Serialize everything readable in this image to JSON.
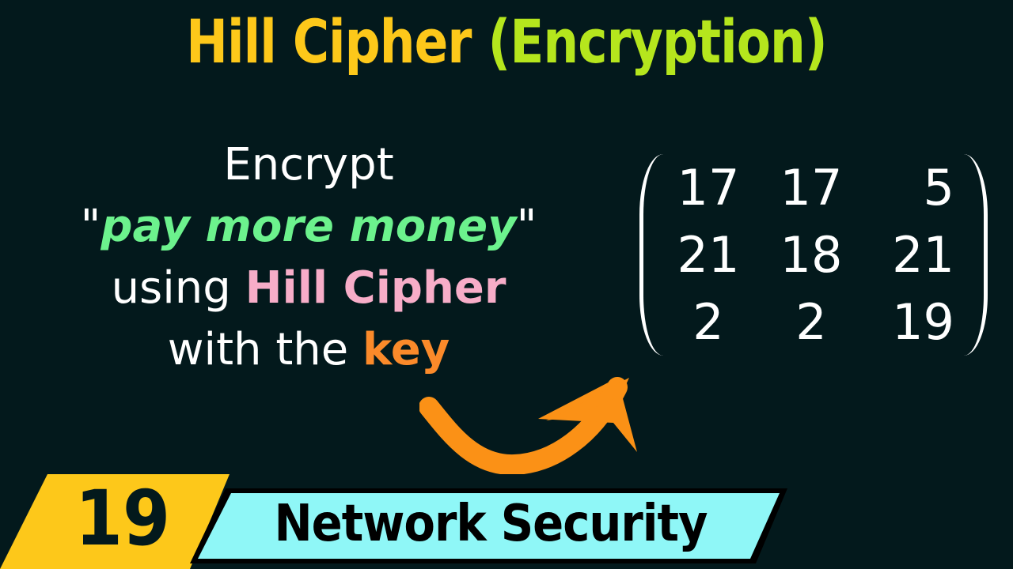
{
  "title": {
    "part1": "Hill Cipher",
    "part2": "(Encryption)",
    "colors": {
      "part1": "#fdc81a",
      "part2": "#b5e61d"
    }
  },
  "prompt": {
    "line1": "Encrypt",
    "quote_open": "\"",
    "plaintext": "pay more money",
    "quote_close": "\"",
    "line3_prefix": "using ",
    "cipher_name": "Hill Cipher",
    "line4_prefix": "with the ",
    "key_word": "key",
    "colors": {
      "plaintext": "#6cf28d",
      "cipher_name": "#f7adc8",
      "key_word": "#fb8a2a"
    }
  },
  "key_matrix": {
    "rows": [
      [
        "17",
        "17",
        "5"
      ],
      [
        "21",
        "18",
        "21"
      ],
      [
        "2",
        "2",
        "19"
      ]
    ]
  },
  "arrow": {
    "icon": "curved-arrow-icon",
    "color": "#fb9116"
  },
  "footer": {
    "episode_number": "19",
    "series_title": "Network Security",
    "colors": {
      "badge": "#fdc81a",
      "banner": "#8ff7f7"
    }
  }
}
